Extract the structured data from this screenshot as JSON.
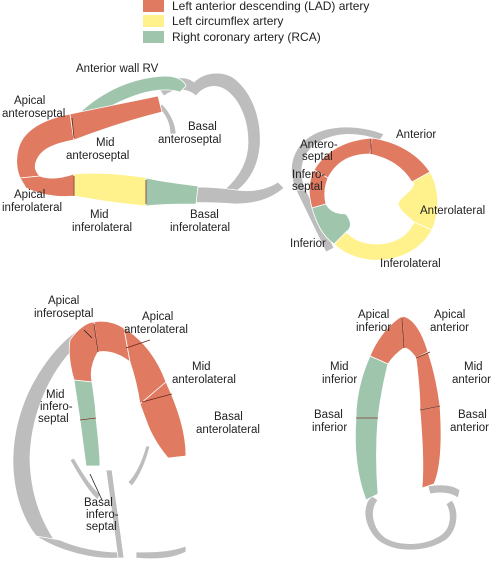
{
  "colors": {
    "lad": "#e07b62",
    "lcx": "#fff28c",
    "rca": "#9fc6ad",
    "wall": "#bdbdbd"
  },
  "legend": [
    {
      "label": "Left anterior descending (LAD) artery",
      "color": "#e07b62"
    },
    {
      "label": "Left circumflex artery",
      "color": "#fff28c"
    },
    {
      "label": "Right coronary artery (RCA)",
      "color": "#9fc6ad"
    }
  ],
  "views": {
    "parasternal_long": {
      "anterior_wall_rv": "Anterior wall RV",
      "apical_anteroseptal": [
        "Apical",
        "anteroseptal"
      ],
      "mid_anteroseptal": [
        "Mid",
        "anteroseptal"
      ],
      "basal_anteroseptal": [
        "Basal",
        "anteroseptal"
      ],
      "apical_inferolateral": [
        "Apical",
        "inferolateral"
      ],
      "mid_inferolateral": [
        "Mid",
        "inferolateral"
      ],
      "basal_inferolateral": [
        "Basal",
        "inferolateral"
      ]
    },
    "short_axis": {
      "anteroseptal": [
        "Antero-",
        "septal"
      ],
      "anterior": "Anterior",
      "inferoseptal": [
        "Infero-",
        "septal"
      ],
      "anterolateral": "Anterolateral",
      "inferior": "Inferior",
      "inferolateral": "Inferolateral"
    },
    "four_chamber": {
      "apical_inferoseptal": [
        "Apical",
        "inferoseptal"
      ],
      "apical_anterolateral": [
        "Apical",
        "anterolateral"
      ],
      "mid_anterolateral": [
        "Mid",
        "anterolateral"
      ],
      "mid_inferoseptal": [
        "Mid",
        "infero-",
        "septal"
      ],
      "basal_anterolateral": [
        "Basal",
        "anterolateral"
      ],
      "basal_inferoseptal": [
        "Basal",
        "infero-",
        "septal"
      ]
    },
    "two_chamber": {
      "apical_inferior": [
        "Apical",
        "inferior"
      ],
      "apical_anterior": [
        "Apical",
        "anterior"
      ],
      "mid_inferior": [
        "Mid",
        "inferior"
      ],
      "mid_anterior": [
        "Mid",
        "anterior"
      ],
      "basal_inferior": [
        "Basal",
        "inferior"
      ],
      "basal_anterior": [
        "Basal",
        "anterior"
      ]
    }
  }
}
